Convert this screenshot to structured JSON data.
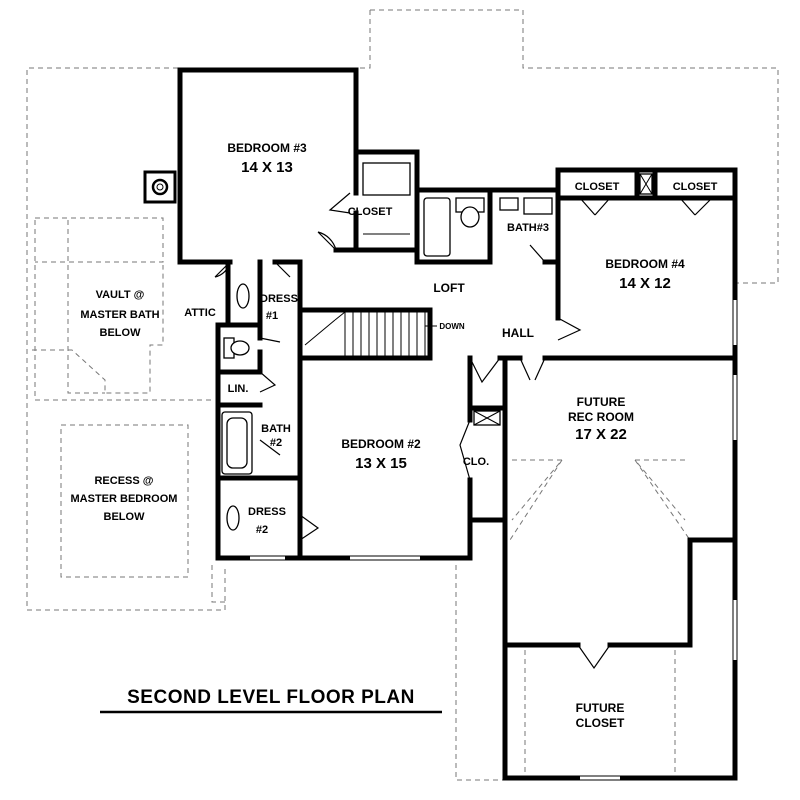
{
  "title": "SECOND LEVEL FLOOR PLAN",
  "rooms": {
    "bedroom3": {
      "name": "BEDROOM #3",
      "size": "14 X 13"
    },
    "bedroom4": {
      "name": "BEDROOM #4",
      "size": "14 X 12"
    },
    "bedroom2": {
      "name": "BEDROOM #2",
      "size": "13 X 15"
    },
    "rec_room": {
      "line1": "FUTURE",
      "line2": "REC ROOM",
      "size": "17 X 22"
    },
    "future_closet": {
      "line1": "FUTURE",
      "line2": "CLOSET"
    },
    "loft": "LOFT",
    "hall": "HALL",
    "down": "DOWN",
    "closet_b3": "CLOSET",
    "closet_b4_left": "CLOSET",
    "closet_b4_right": "CLOSET",
    "bath3": "BATH#3",
    "dress1": {
      "line1": "DRESS",
      "line2": "#1"
    },
    "dress2": {
      "line1": "DRESS",
      "line2": "#2"
    },
    "bath2": {
      "line1": "BATH",
      "line2": "#2"
    },
    "lin": "LIN.",
    "clo": "CLO.",
    "attic": "ATTIC",
    "vault": {
      "line1": "VAULT @",
      "line2": "MASTER BATH",
      "line3": "BELOW"
    },
    "recess": {
      "line1": "RECESS @",
      "line2": "MASTER BEDROOM",
      "line3": "BELOW"
    }
  }
}
